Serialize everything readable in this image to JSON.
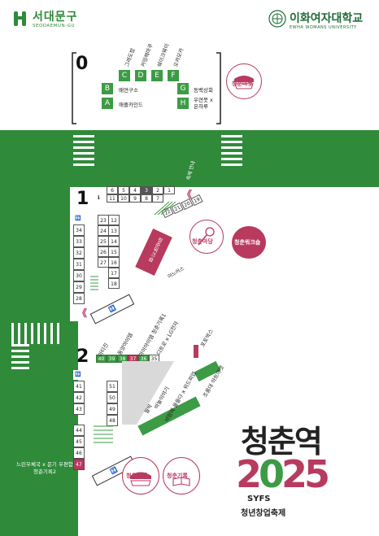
{
  "header": {
    "left_logo_text": "서대문구",
    "left_logo_sub": "SEODAEMUN-GU",
    "right_logo_text": "이화여자대학교",
    "right_logo_sub": "EWHA WOMANS UNIVERSITY"
  },
  "zone0": {
    "number": "0",
    "booths_top": [
      {
        "letter": "C",
        "label": "그레도밥"
      },
      {
        "letter": "D",
        "label": "커밍헤마쿠"
      },
      {
        "letter": "E",
        "label": "쉐이크웨이"
      },
      {
        "letter": "F",
        "label": "오카모카"
      }
    ],
    "booths_left": [
      {
        "letter": "B",
        "label": "배연구소"
      },
      {
        "letter": "A",
        "label": "애플카인드"
      }
    ],
    "booths_right": [
      {
        "letter": "G",
        "label": "동백상회"
      },
      {
        "letter": "H",
        "label": "우연못 x 은하루"
      }
    ],
    "market_label": "청춘마켓"
  },
  "zone1": {
    "number": "1",
    "top_row_a": [
      "6",
      "5",
      "4",
      "3",
      "2",
      "1"
    ],
    "top_row_b": [
      "11",
      "10",
      "9",
      "8",
      "7"
    ],
    "left_col_a": [
      "34",
      "33",
      "32",
      "31",
      "30",
      "29",
      "28"
    ],
    "left_col_b": [
      "23",
      "24",
      "25",
      "26",
      "27"
    ],
    "left_col_c": [
      "12",
      "13",
      "14",
      "15",
      "16",
      "17",
      "18"
    ],
    "workshop_label": "청춘워크숍",
    "mini_stalls": [
      "22",
      "21",
      "20",
      "19"
    ],
    "restroom_label": "어느어스",
    "madang_label": "청춘마당",
    "workshop_circle_label": "청춘워크숍",
    "road_label": "축제 안내"
  },
  "zone2": {
    "number": "2",
    "top_row": [
      "40",
      "39",
      "38",
      "37",
      "36",
      "35"
    ],
    "left_col": [
      "41",
      "42",
      "43"
    ],
    "left_col_b": [
      "44",
      "45",
      "46",
      "47"
    ],
    "mid_col": [
      "51",
      "50",
      "49",
      "48"
    ],
    "angled_labels": [
      "아티진",
      "동양아이템",
      "아이아이템 청춘기록1",
      "디트로 x LG전자"
    ],
    "bottom_labels": [
      "월박",
      "바늘이야기",
      "바람에 물들다 x 위드피업"
    ],
    "right_labels": [
      "포토박스",
      "조롱대 아트마켓"
    ],
    "left_note": "느린우체국 x 문기 우편함 청춘기록2",
    "market_label": "청춘마켓",
    "record_label": "청춘기록"
  },
  "festival": {
    "title_art": "청춘역",
    "year": "2025",
    "abbr": "SYFS",
    "name": "청년창업축제"
  },
  "colors": {
    "green": "#2f8a3a",
    "stall_green": "#3d9b45",
    "magenta": "#b83a5f",
    "road_dark": "#1f6b38"
  }
}
